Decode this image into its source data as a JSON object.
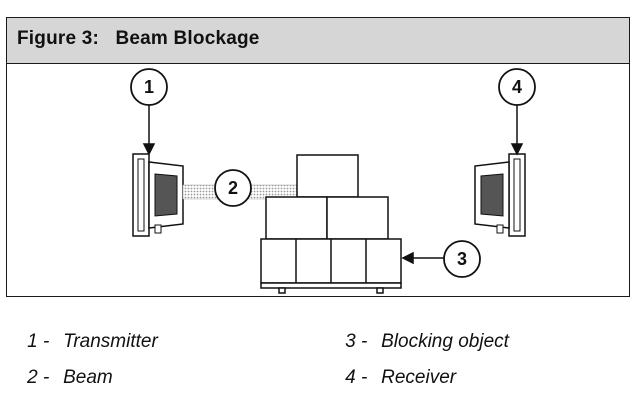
{
  "figure": {
    "number_label": "Figure 3:",
    "title": "Beam Blockage"
  },
  "callouts": [
    "1",
    "2",
    "3",
    "4"
  ],
  "legend": [
    {
      "number": "1 -",
      "label": "Transmitter"
    },
    {
      "number": "2 -",
      "label": "Beam"
    },
    {
      "number": "3 -",
      "label": "Blocking object"
    },
    {
      "number": "4 -",
      "label": "Receiver"
    }
  ],
  "colors": {
    "header_bg": "#d6d6d6",
    "border": "#1a1a1a",
    "sensor_face": "#555555",
    "beam": "#bdbdbd"
  }
}
